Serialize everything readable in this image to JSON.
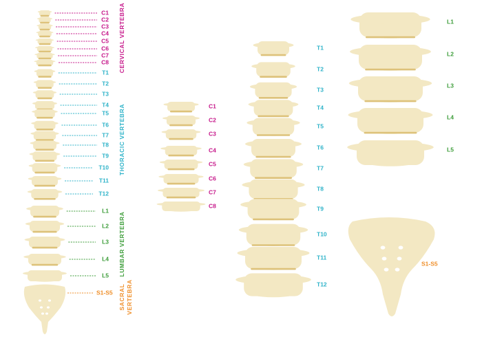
{
  "colors": {
    "cervical": "#c6178a",
    "thoracic": "#2fb3c9",
    "lumbar": "#3d9d3a",
    "sacral": "#ef8f2a",
    "bone": "#f3e8c3",
    "disc": "#ddc27a"
  },
  "full_spine": {
    "cervical": [
      "C1",
      "C2",
      "C3",
      "C4",
      "C5",
      "C6",
      "C7",
      "C8"
    ],
    "thoracic": [
      "T1",
      "T2",
      "T3",
      "T4",
      "T5",
      "T6",
      "T7",
      "T8",
      "T9",
      "T10",
      "T11",
      "T12"
    ],
    "lumbar": [
      "L1",
      "L2",
      "L3",
      "L4",
      "L5"
    ],
    "sacral": [
      "S1-S5"
    ],
    "section_titles": {
      "cervical": "CERVICAL VERTEBRA",
      "thoracic": "THORACIC VERTEBRA",
      "lumbar": "LUMBAR VERTEBRA",
      "sacral_line1": "SACRAL",
      "sacral_line2": "VERTEBRA"
    }
  },
  "cervical_detail": {
    "labels": [
      "C1",
      "C2",
      "C3",
      "C4",
      "C5",
      "C6",
      "C7",
      "C8"
    ]
  },
  "thoracic_detail": {
    "labels": [
      "T1",
      "T2",
      "T3",
      "T4",
      "T5",
      "T6",
      "T7",
      "T8",
      "T9",
      "T10",
      "T11",
      "T12"
    ]
  },
  "lumbar_detail": {
    "labels": [
      "L1",
      "L2",
      "L3",
      "L4",
      "L5"
    ]
  },
  "sacrum_detail": {
    "label": "S1-S5"
  }
}
